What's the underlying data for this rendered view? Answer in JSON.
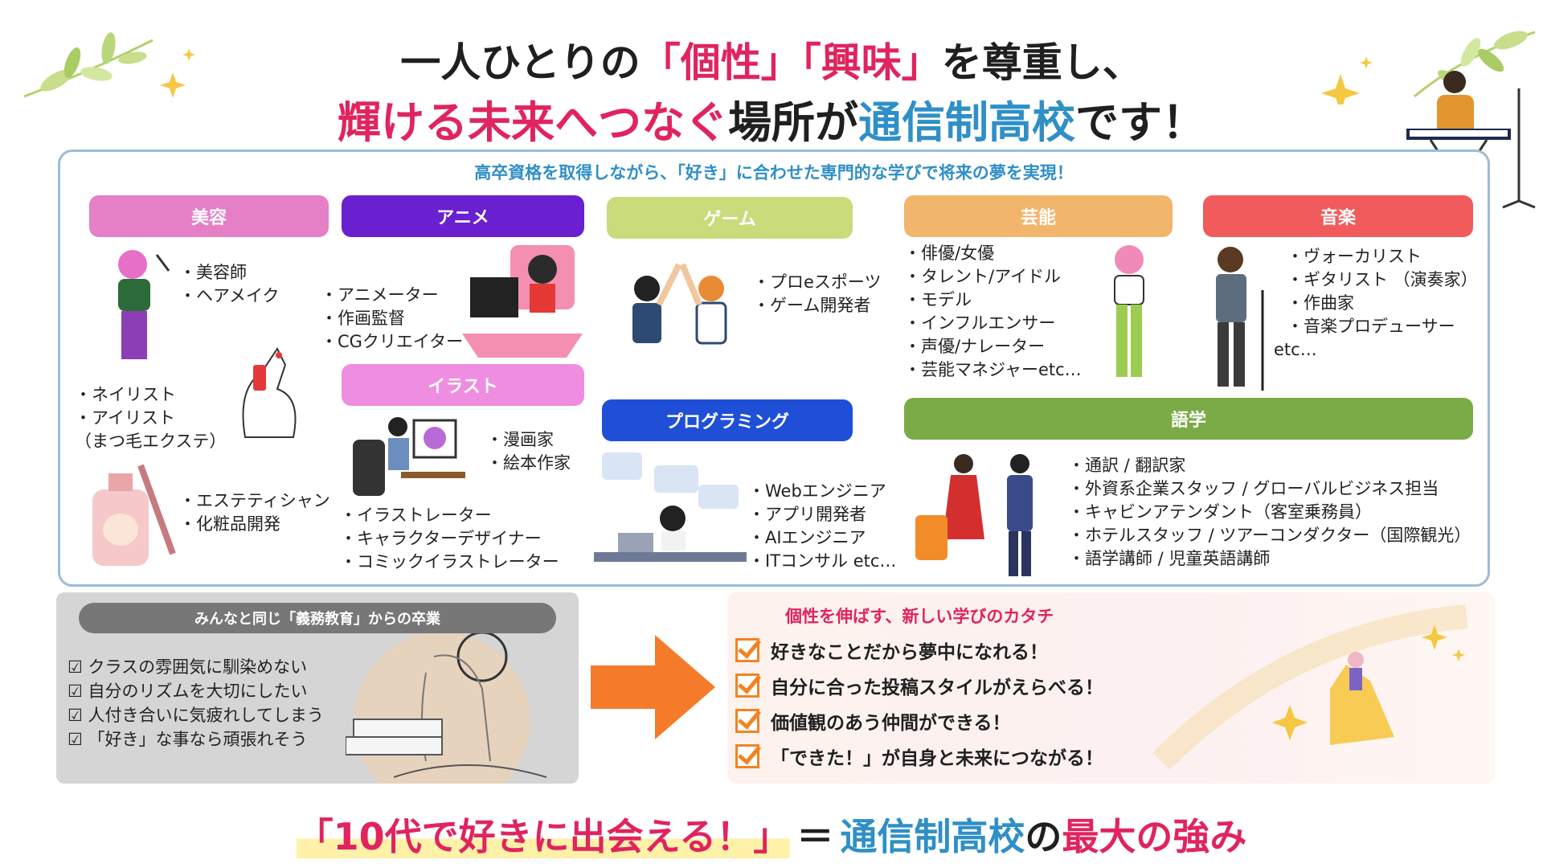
{
  "headline": {
    "line1": [
      {
        "text": "一人ひとりの",
        "color": "dark"
      },
      {
        "text": "「個性」「興味」",
        "color": "red"
      },
      {
        "text": "を尊重し、",
        "color": "dark"
      }
    ],
    "line2": [
      {
        "text": "輝ける未来へつなぐ",
        "color": "red"
      },
      {
        "text": "場所が",
        "color": "dark"
      },
      {
        "text": "通信制高校",
        "color": "blue"
      },
      {
        "text": "です！",
        "color": "dark"
      }
    ]
  },
  "panel": {
    "subtitle": "高卒資格を取得しながら、「好き」に合わせた専門的な学びで将来の夢を実現！",
    "categories": {
      "beauty": {
        "label": "美容",
        "color": "#e57fc6"
      },
      "anime": {
        "label": "アニメ",
        "color": "#6a1fd0"
      },
      "illust": {
        "label": "イラスト",
        "color": "#ef8de0"
      },
      "game": {
        "label": "ゲーム",
        "color": "#c9db7a"
      },
      "programming": {
        "label": "プログラミング",
        "color": "#1e4fd6"
      },
      "geino": {
        "label": "芸能",
        "color": "#f2b56c"
      },
      "music": {
        "label": "音楽",
        "color": "#f25b5b"
      },
      "gogaku": {
        "label": "語学",
        "color": "#7aab46"
      }
    },
    "lists": {
      "beauty1": [
        "・美容師",
        "・ヘアメイク"
      ],
      "beauty2": [
        "・ネイリスト",
        "・アイリスト",
        "（まつ毛エクステ）"
      ],
      "beauty3": [
        "・エステティシャン",
        "・化粧品開発"
      ],
      "anime": [
        "・アニメーター",
        "・作画監督",
        "・CGクリエイター"
      ],
      "illust1": [
        "・漫画家",
        "・絵本作家"
      ],
      "illust2": [
        "・イラストレーター",
        "・キャラクターデザイナー",
        "・コミックイラストレーター"
      ],
      "game": [
        "・プロeスポーツ",
        "・ゲーム開発者"
      ],
      "programming": [
        "・Webエンジニア",
        "・アプリ開発者",
        "・AIエンジニア",
        "・ITコンサル etc…"
      ],
      "geino": [
        "・俳優/女優",
        "・タレント/アイドル",
        "・モデル",
        "・インフルエンサー",
        "・声優/ナレーター",
        "・芸能マネジャーetc…"
      ],
      "music": [
        "・ヴォーカリスト",
        "・ギタリスト （演奏家）",
        "・作曲家",
        "・音楽プロデューサー",
        "etc…"
      ],
      "gogaku": [
        "・通訳 / 翻訳家",
        "・外資系企業スタッフ / グローバルビジネス担当",
        "・キャビンアテンダント（客室乗務員）",
        "・ホテルスタッフ / ツアーコンダクター（国際観光）",
        "・語学講師 / 児童英語講師"
      ]
    }
  },
  "left_box": {
    "title": "みんなと同じ「義務教育」からの卒業",
    "items": [
      "☑ クラスの雰囲気に馴染めない",
      "☑ 自分のリズムを大切にしたい",
      "☑ 人付き合いに気疲れしてしまう",
      "☑ 「好き」な事なら頑張れそう"
    ]
  },
  "right_box": {
    "title": "個性を伸ばす、新しい学びのカタチ",
    "items": [
      "好きなことだから夢中になれる！",
      "自分に合った投稿スタイルがえらべる！",
      "価値観のあう仲間ができる！",
      "「できた！」が自身と未来につながる！"
    ]
  },
  "footer": [
    {
      "text": "「10代で好きに出会える！」",
      "color": "red",
      "highlight": true
    },
    {
      "text": "＝",
      "color": "dark",
      "highlight": false
    },
    {
      "text": "通信制高校",
      "color": "blue",
      "highlight": false
    },
    {
      "text": "の",
      "color": "dark",
      "highlight": false
    },
    {
      "text": "最大の強み",
      "color": "red",
      "highlight": false
    }
  ],
  "colors": {
    "accent_red": "#e0245e",
    "accent_blue": "#2f8fc7",
    "check_orange": "#f58220",
    "arrow": "#f47b2a"
  }
}
